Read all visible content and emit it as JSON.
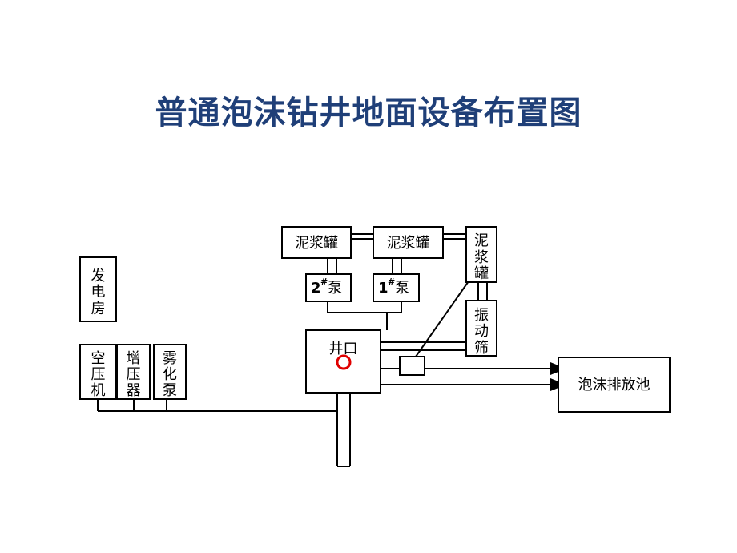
{
  "title": "普通泡沫钻井地面设备布置图",
  "labels": {
    "generator_room": "发电房",
    "air_compressor": "空压机",
    "booster": "增压器",
    "mist_pump": "雾化泵",
    "mud_tank_1": "泥浆罐",
    "mud_tank_2": "泥浆罐",
    "mud_tank_3": "泥浆罐",
    "pump_2_num": "2",
    "pump_1_num": "1",
    "pump_hash": "#",
    "pump_char": "泵",
    "shale_shaker": "振动筛",
    "wellhead": "井口",
    "foam_pit": "泡沫排放池"
  },
  "colors": {
    "title": "#1F3F78",
    "wellhead_marker": "#E00000"
  }
}
